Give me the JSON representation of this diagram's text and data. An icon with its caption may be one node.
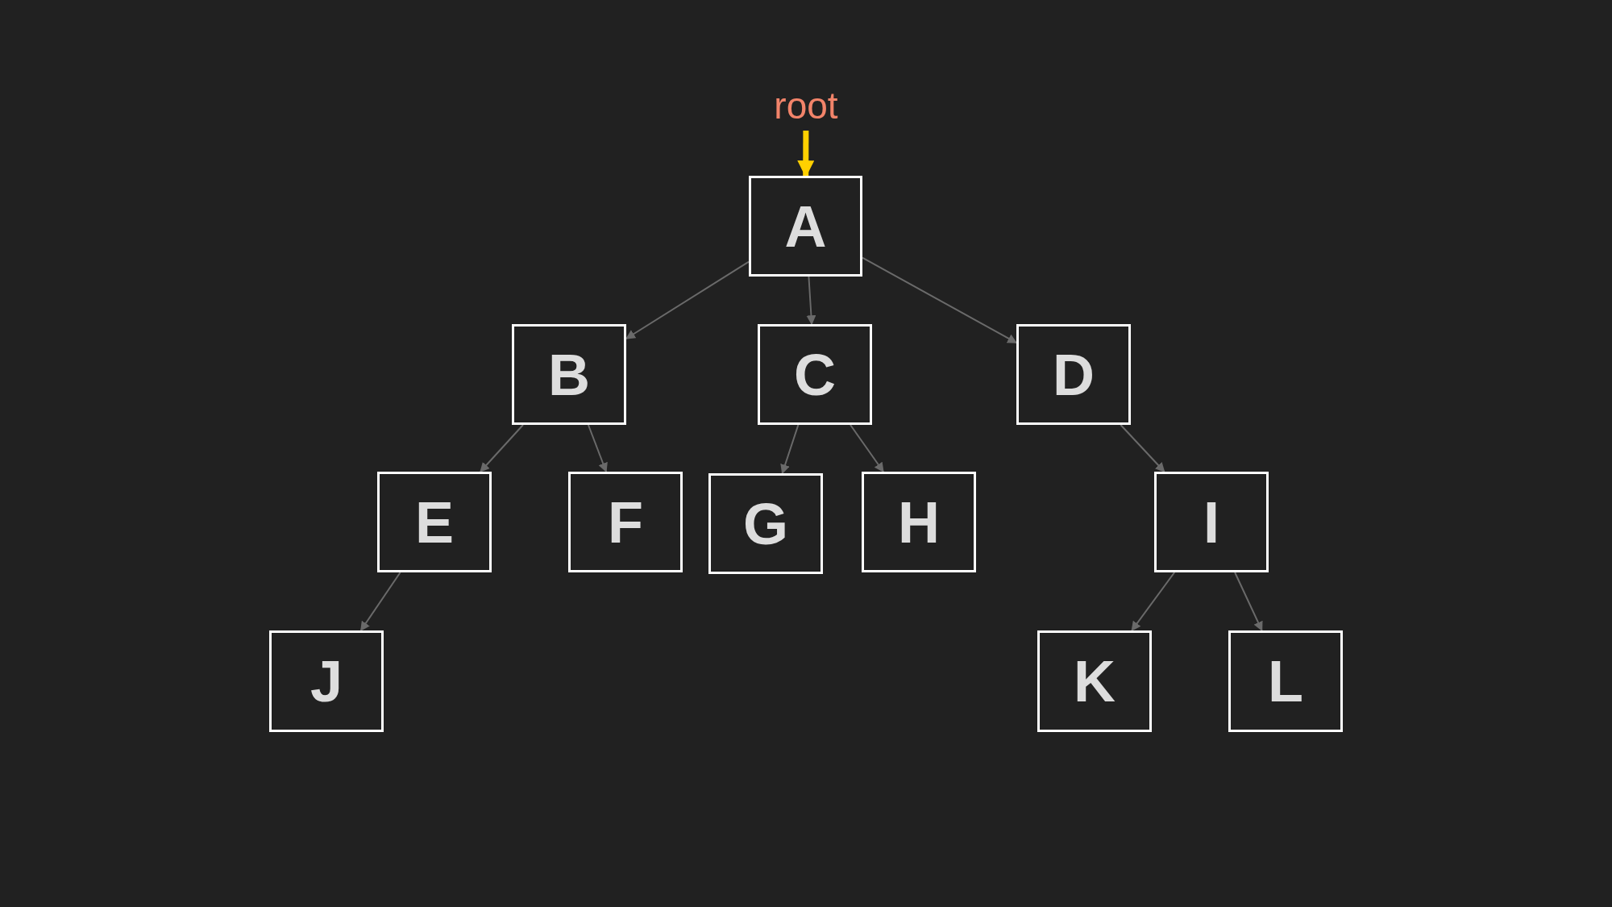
{
  "diagram": {
    "nodes": [
      {
        "text": [
          "root"
        ]
      },
      {
        "text": [
          "A"
        ]
      },
      {
        "text": [
          "B"
        ]
      },
      {
        "text": [
          "C"
        ]
      },
      {
        "text": [
          "D"
        ]
      },
      {
        "text": [
          "E"
        ]
      },
      {
        "text": [
          "F"
        ]
      },
      {
        "text": [
          "G"
        ]
      },
      {
        "text": [
          "H"
        ]
      },
      {
        "text": [
          "I"
        ]
      },
      {
        "text": [
          "J"
        ]
      },
      {
        "text": [
          "K"
        ]
      },
      {
        "text": [
          "L"
        ]
      }
    ],
    "edges": [
      {
        "from": 0,
        "to": 1,
        "arrow": "to",
        "style": "thick",
        "color": "#ffd000"
      },
      {
        "from": 1,
        "to": 2,
        "arrow": "to"
      },
      {
        "from": 1,
        "to": 3,
        "arrow": "to"
      },
      {
        "from": 1,
        "to": 4,
        "arrow": "to"
      },
      {
        "from": 2,
        "to": 5,
        "arrow": "to"
      },
      {
        "from": 2,
        "to": 6,
        "arrow": "to"
      },
      {
        "from": 3,
        "to": 7,
        "arrow": "to"
      },
      {
        "from": 3,
        "to": 8,
        "arrow": "to"
      },
      {
        "from": 4,
        "to": 9,
        "arrow": "to"
      },
      {
        "from": 5,
        "to": 10,
        "arrow": "to"
      },
      {
        "from": 9,
        "to": 11,
        "arrow": "to"
      },
      {
        "from": 9,
        "to": 12,
        "arrow": "to"
      }
    ]
  }
}
